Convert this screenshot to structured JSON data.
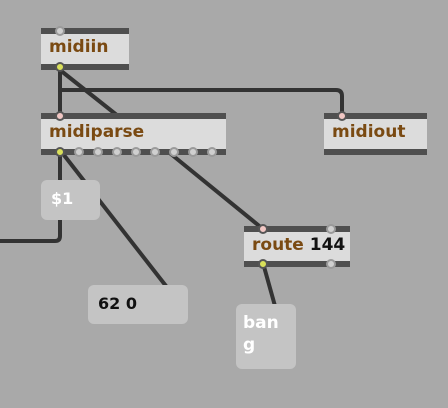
{
  "objects": {
    "midiin": {
      "name": "midiin"
    },
    "midiparse": {
      "name": "midiparse"
    },
    "midiout": {
      "name": "midiout"
    },
    "route": {
      "name": "route",
      "argument": "144"
    }
  },
  "messages": {
    "dollar": {
      "text": "$1"
    },
    "note": {
      "text": "62 0"
    },
    "bang": {
      "text": "bang"
    }
  },
  "colors": {
    "canvas": "#a9a9a9",
    "object_fill": "#dcdcdc",
    "object_border": "#4f4f4f",
    "object_name": "#7a4a12",
    "message_fill": "#c4c4c4",
    "cord": "#333333",
    "inlet": "#f1c7c4",
    "outlet": "#d9e05a"
  }
}
